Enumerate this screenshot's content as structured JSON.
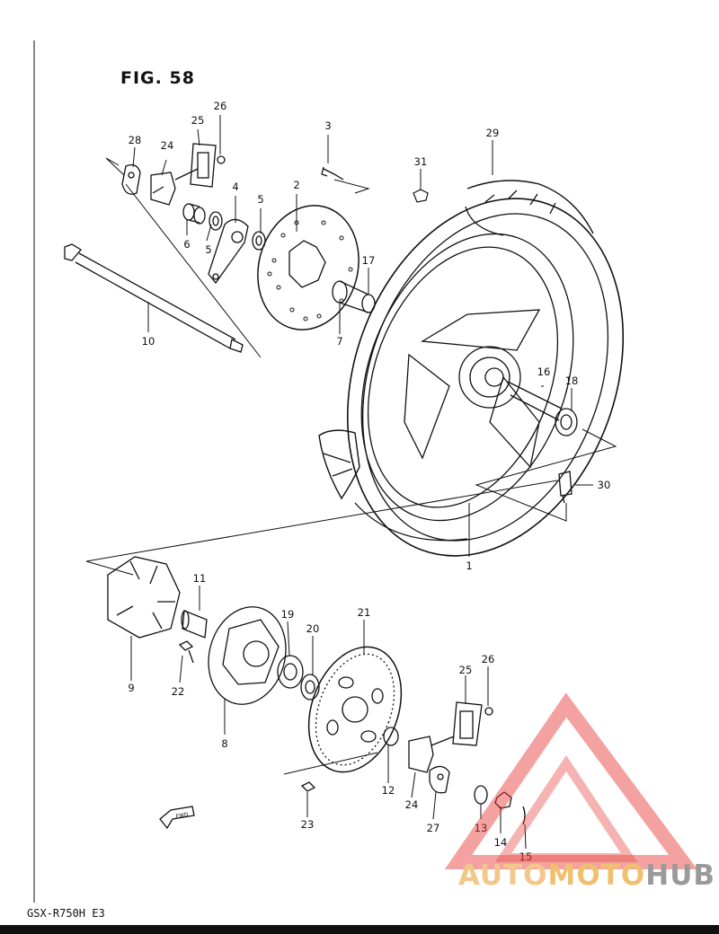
{
  "figure": {
    "title": "FIG. 58"
  },
  "model_code": "GSX-R750H  E3",
  "fwd_label": "FWD",
  "watermark": {
    "part1": "AUTO",
    "part2": "MOTO",
    "part3": "HUB"
  },
  "callouts": [
    "1",
    "2",
    "3",
    "4",
    "5",
    "5",
    "6",
    "7",
    "8",
    "9",
    "10",
    "11",
    "12",
    "13",
    "14",
    "15",
    "16",
    "17",
    "18",
    "19",
    "20",
    "21",
    "22",
    "23",
    "24",
    "24",
    "25",
    "25",
    "26",
    "26",
    "27",
    "28",
    "29",
    "30",
    "31"
  ],
  "colors": {
    "line": "#111111",
    "watermark_red": "#e53935",
    "watermark_orange": "#f0c070",
    "watermark_gray": "#9a9a9a"
  }
}
